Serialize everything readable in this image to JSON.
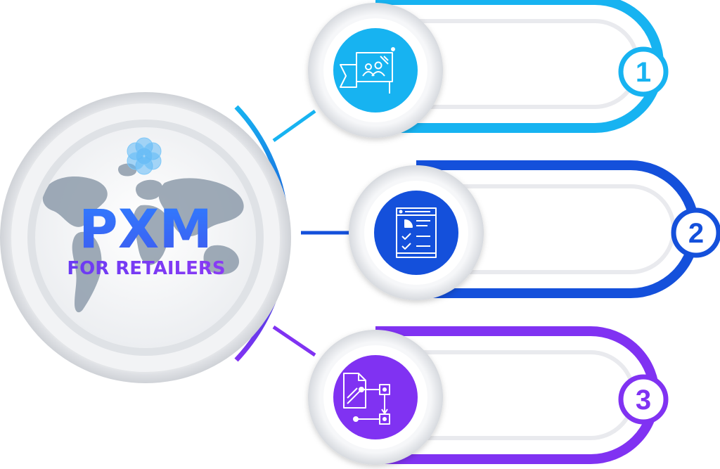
{
  "hub": {
    "title": "PXM",
    "subtitle": "FOR RETAILERS",
    "logo_icon": "flower-of-life-icon",
    "background": "world-map"
  },
  "colors": {
    "gradient_top": "#2f7dff",
    "gradient_mid": "#3f5cf0",
    "gradient_bottom": "#7a3cff",
    "step1": "#17b3f1",
    "step2": "#1450db",
    "step3": "#8032f2",
    "logo": "#5fb8f5",
    "map": "#8e9cab"
  },
  "steps": [
    {
      "number": "1",
      "icon": "presentation-board-people-icon",
      "color": "#17b3f1"
    },
    {
      "number": "2",
      "icon": "checklist-report-icon",
      "color": "#1450db"
    },
    {
      "number": "3",
      "icon": "document-workflow-icon",
      "color": "#8032f2"
    }
  ]
}
